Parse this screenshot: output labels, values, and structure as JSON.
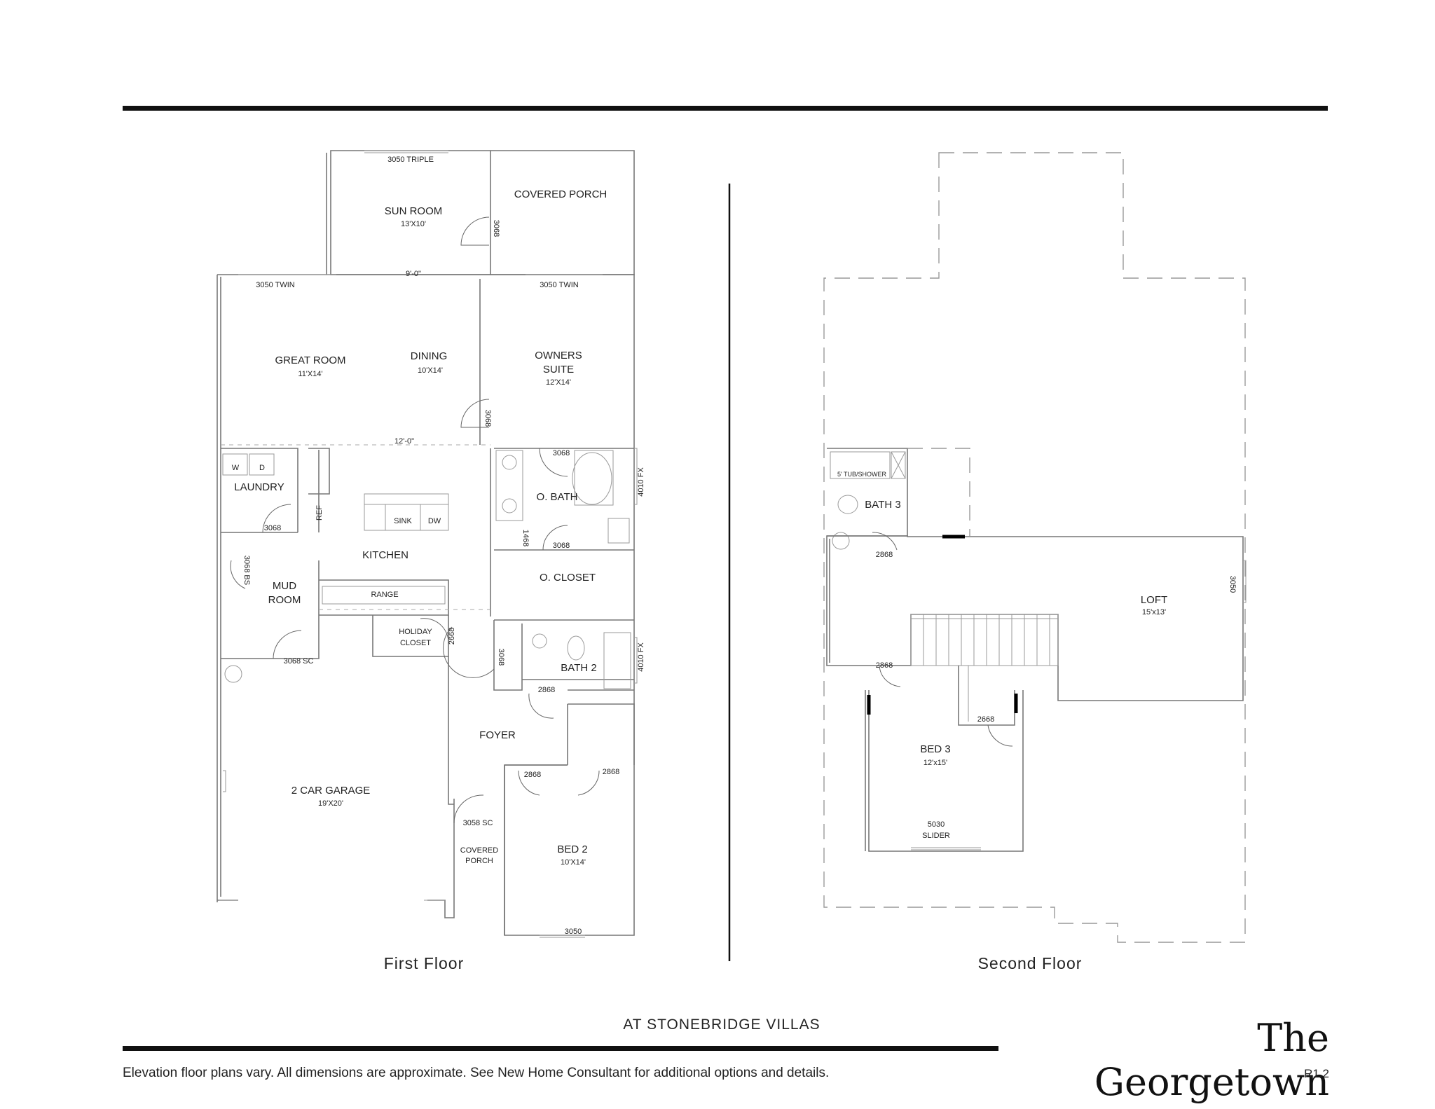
{
  "first_floor": {
    "caption": "First Floor",
    "labels": {
      "sun_room": "SUN ROOM",
      "sun_room_size": "13'X10'",
      "triple_window": "3050 TRIPLE",
      "sun_door": "3068",
      "covered_porch_rear": "COVERED PORCH",
      "opening_9": "9'-0\"",
      "twin_window_left": "3050 TWIN",
      "twin_window_right": "3050 TWIN",
      "great_room": "GREAT ROOM",
      "great_room_size": "11'X14'",
      "dining": "DINING",
      "dining_size": "10'X14'",
      "owners_suite_1": "OWNERS",
      "owners_suite_2": "SUITE",
      "owners_suite_size": "12'X14'",
      "owners_door": "3068",
      "opening_12": "12'-0\"",
      "washer": "W",
      "dryer": "D",
      "laundry": "LAUNDRY",
      "laundry_door": "3068",
      "ref": "REF",
      "sink": "SINK",
      "dw": "DW",
      "kitchen": "KITCHEN",
      "range": "RANGE",
      "o_bath": "O. BATH",
      "o_bath_door": "3068",
      "o_bath_window": "4010 FX",
      "door_1468": "1468",
      "o_closet_door": "3068",
      "o_closet": "O. CLOSET",
      "bs_door": "3068 BS",
      "mud_room_1": "MUD",
      "mud_room_2": "ROOM",
      "holiday_closet_1": "HOLIDAY",
      "holiday_closet_2": "CLOSET",
      "holiday_door": "2668",
      "foyer_door": "3068",
      "garage_door": "3068 SC",
      "bath_2": "BATH 2",
      "bath_2_door": "2868",
      "bath_2_window": "4010 FX",
      "foyer": "FOYER",
      "garage": "2 CAR GARAGE",
      "garage_size": "19'X20'",
      "bed2_door_left": "2868",
      "bed2_door_right": "2868",
      "front_door": "3058 SC",
      "covered_porch_front_1": "COVERED",
      "covered_porch_front_2": "PORCH",
      "bed_2": "BED 2",
      "bed_2_size": "10'X14'",
      "bed_2_window": "3050"
    }
  },
  "second_floor": {
    "caption": "Second Floor",
    "labels": {
      "tub_shower": "5' TUB/SHOWER",
      "bath_3": "BATH 3",
      "bath_3_door": "2868",
      "loft": "LOFT",
      "loft_size": "15'x13'",
      "loft_window": "3050",
      "stair_door": "2868",
      "bed_3_door": "2668",
      "bed_3": "BED 3",
      "bed_3_size": "12'x15'",
      "slider_1": "5030",
      "slider_2": "SLIDER"
    }
  },
  "footer": {
    "community": "AT STONEBRIDGE VILLAS",
    "plan_name": "The Georgetown",
    "disclaimer": "Elevation floor plans vary. All dimensions are approximate. See New Home Consultant for additional options and details.",
    "revision": "R1.2"
  }
}
